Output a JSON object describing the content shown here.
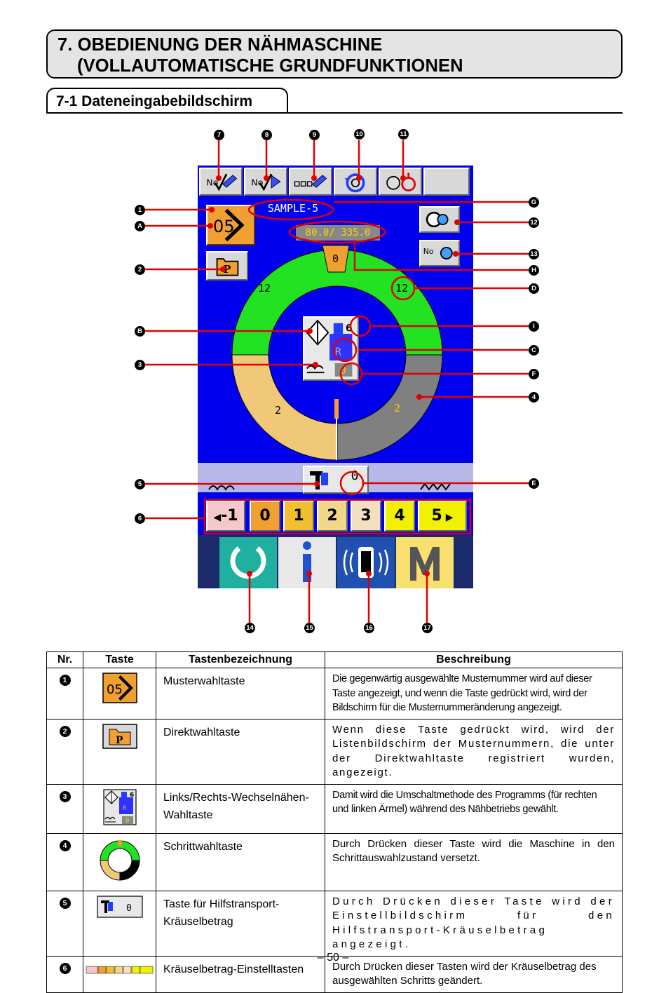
{
  "header": {
    "chapter_line1": "7. OBEDIENUNG DER NÄHMASCHINE",
    "chapter_line2": "(VOLLAUTOMATISCHE GRUNDFUNKTIONEN",
    "section_title": "7-1 Dateneingabebildschirm"
  },
  "screen": {
    "pattern_number": "05",
    "pattern_name": "SAMPLE-5",
    "stitch_counter": "80.0/ 335.0",
    "ring_values": {
      "top": "0",
      "left": "12",
      "right": "12",
      "bottom_left": "2",
      "bottom_right": "2"
    },
    "center": {
      "count": "6",
      "side": "R",
      "value": "0"
    },
    "feed_value": "0",
    "step_buttons": [
      "-1",
      "0",
      "1",
      "2",
      "3",
      "4",
      "5"
    ]
  },
  "callouts": {
    "numbers": [
      "1",
      "2",
      "3",
      "4",
      "5",
      "6",
      "7",
      "8",
      "9",
      "10",
      "11",
      "12",
      "13",
      "14",
      "15",
      "16",
      "17"
    ],
    "letters": [
      "A",
      "B",
      "C",
      "D",
      "E",
      "F",
      "G",
      "H",
      "I"
    ]
  },
  "table": {
    "headers": [
      "Nr.",
      "Taste",
      "Tastenbezeichnung",
      "Beschreibung"
    ],
    "rows": [
      {
        "no": "1",
        "name": "Musterwahltaste",
        "desc": "Die gegenwärtig ausgewählte Musternummer wird auf dieser Taste angezeigt, und wenn die Taste gedrückt wird, wird der Bildschirm für die Musternummeränderung angezeigt.",
        "icon_text": "05"
      },
      {
        "no": "2",
        "name": "Direktwahltaste",
        "desc": "Wenn diese Taste gedrückt wird, wird der Listenbildschirm der Musternummern, die unter der Direktwahltaste registriert wurden, angezeigt.",
        "icon_text": "P"
      },
      {
        "no": "3",
        "name": "Links/Rechts-Wechselnähen-Wahltaste",
        "desc": "Damit wird die Umschaltmethode des Programms (für rechten und linken Ärmel) während des Nähbetriebs gewählt.",
        "icon_count": "6",
        "icon_side": "R",
        "icon_val": "0"
      },
      {
        "no": "4",
        "name": "Schrittwahltaste",
        "desc": "Durch Drücken dieser Taste wird die Maschine in den Schrittauswahlzustand versetzt."
      },
      {
        "no": "5",
        "name": "Taste für Hilfstransport-Kräuselbetrag",
        "desc": "Durch Drücken dieser Taste wird der Einstellbildschirm für den Hilfstransport-Kräuselbetrag angezeigt.",
        "icon_val": "0"
      },
      {
        "no": "6",
        "name": "Kräuselbetrag-Einstelltasten",
        "desc": "Durch Drücken dieser Tasten wird der Kräuselbetrag des ausgewählten Schritts geändert."
      }
    ]
  },
  "page_number": "– 50 –",
  "colors": {
    "screen_bg": "#0000ee",
    "ring_green": "#22e222",
    "ring_tan": "#f0c878",
    "ring_gray": "#808080",
    "pattern_orange": "#f0a030",
    "callout_red": "#e00000"
  }
}
